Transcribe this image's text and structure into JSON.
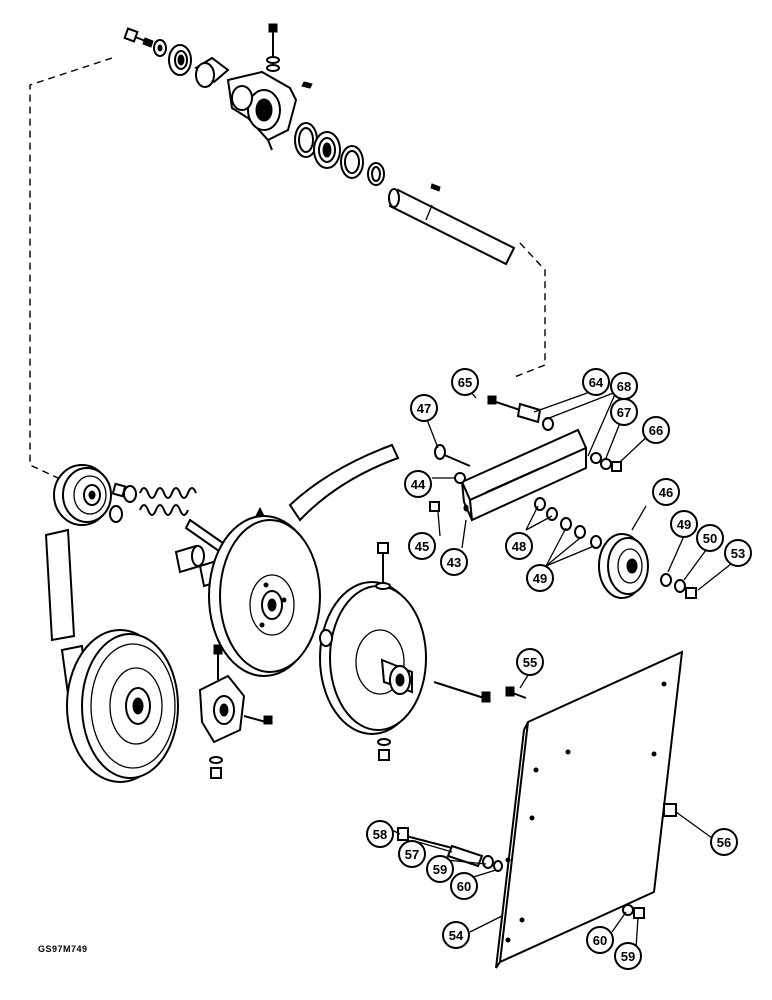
{
  "drawing_code": "GS97M749",
  "callouts": {
    "c43": "43",
    "c44": "44",
    "c45": "45",
    "c46": "46",
    "c47": "47",
    "c48": "48",
    "c49a": "49",
    "c49b": "49",
    "c50": "50",
    "c53": "53",
    "c54": "54",
    "c55": "55",
    "c56": "56",
    "c57": "57",
    "c58": "58",
    "c59a": "59",
    "c59b": "59",
    "c60a": "60",
    "c60b": "60",
    "c64": "64",
    "c65": "65",
    "c66": "66",
    "c67": "67",
    "c68": "68"
  }
}
